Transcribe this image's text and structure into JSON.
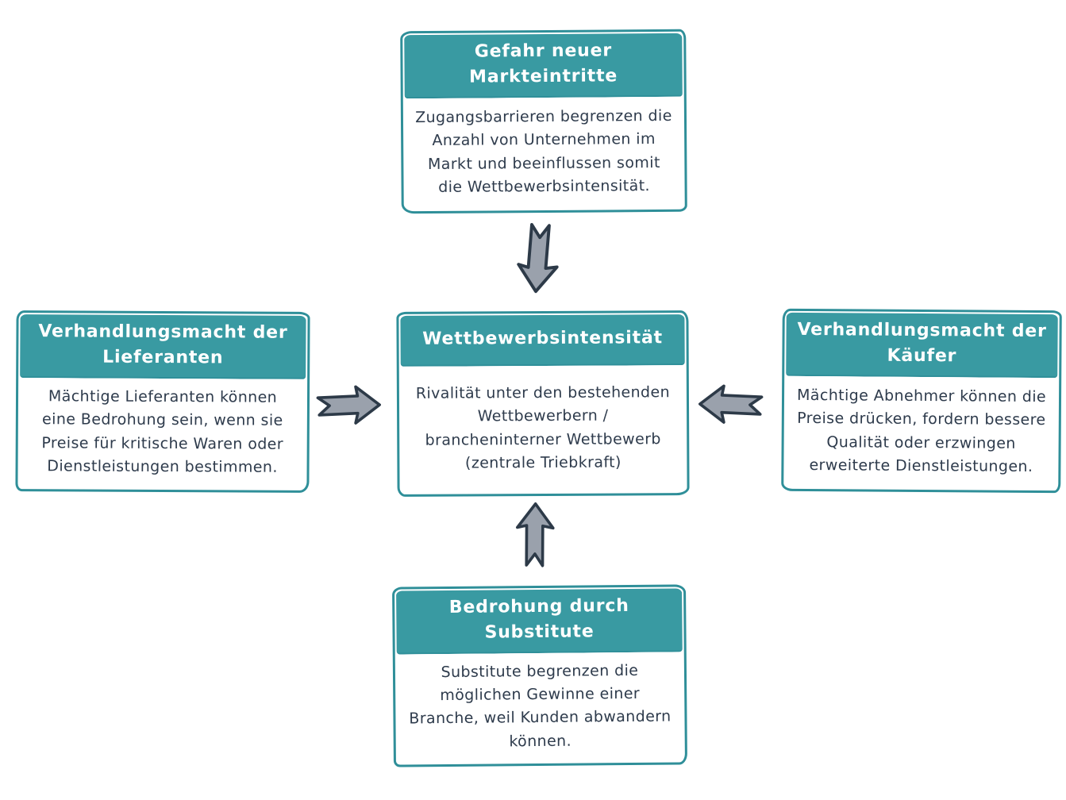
{
  "diagram_type": "five-forces",
  "colors": {
    "header_teal": "#399aa2",
    "border_teal": "#2f8f99",
    "body_text": "#2e3b4c",
    "header_text": "#ffffff",
    "arrow_fill": "#9aa1ac",
    "arrow_stroke": "#2d3a48",
    "background": "#ffffff"
  },
  "boxes": {
    "new_entrants": {
      "title": "Gefahr neuer Markteintritte",
      "body": "Zugangsbarrieren begrenzen die Anzahl von Unternehmen im Markt und beeinflussen somit die Wettbewerbsintensität."
    },
    "suppliers": {
      "title": "Verhandlungsmacht der Lieferanten",
      "body": "Mächtige Lieferanten können eine Bedrohung sein, wenn sie Preise für kritische Waren oder Dienstleistungen bestimmen."
    },
    "rivalry": {
      "title": "Wettbewerbsintensität",
      "body": "Rivalität unter den bestehenden Wettbewerbern / brancheninterner Wettbewerb (zentrale Triebkraft)"
    },
    "buyers": {
      "title": "Verhandlungsmacht der Käufer",
      "body": "Mächtige Abnehmer können die Preise drücken, fordern bessere Qualität oder erzwingen erweiterte Dienstleistungen."
    },
    "substitutes": {
      "title": "Bedrohung durch Substitute",
      "body": "Substitute begrenzen die möglichen Gewinne einer Branche, weil Kunden abwandern können."
    }
  },
  "arrows": [
    {
      "name": "arrow-top-to-center",
      "direction": "down"
    },
    {
      "name": "arrow-left-to-center",
      "direction": "right"
    },
    {
      "name": "arrow-right-to-center",
      "direction": "left"
    },
    {
      "name": "arrow-bottom-to-center",
      "direction": "up"
    }
  ]
}
